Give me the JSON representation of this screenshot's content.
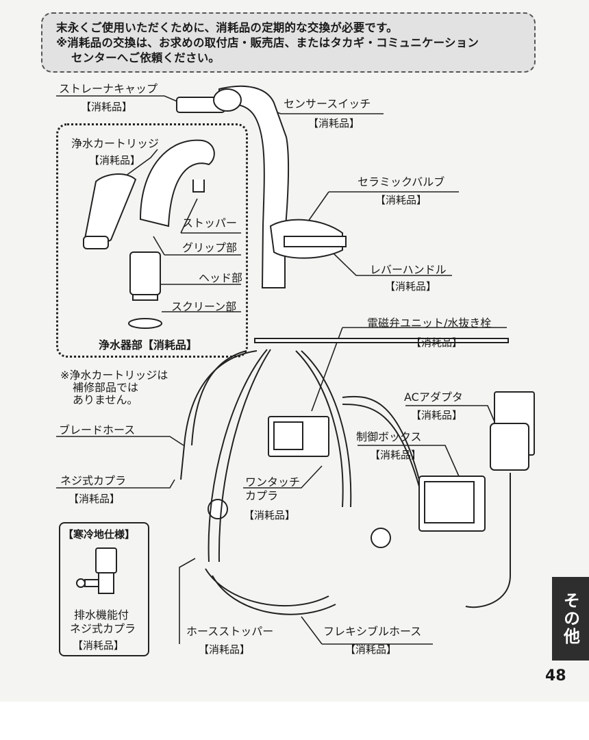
{
  "notice": {
    "line1": "末永くご使用いただくために、消耗品の定期的な交換が必要です。",
    "line2": "※消耗品の交換は、お求めの取付店・販売店、またはタカギ・コミュニケーション",
    "line3": "センターへご依頼ください。"
  },
  "consumable_tag": "【消耗品】",
  "labels": {
    "strainer_cap": "ストレーナキャップ",
    "sensor_switch": "センサースイッチ",
    "cartridge": "浄水カートリッジ",
    "stopper": "ストッパー",
    "grip": "グリップ部",
    "head": "ヘッド部",
    "screen": "スクリーン部",
    "purifier": "浄水器部【消耗品】",
    "ceramic_valve": "セラミックバルブ",
    "lever_handle": "レバーハンドル",
    "solenoid": "電磁弁ユニット/水抜き栓",
    "cartridge_note_1": "※浄水カートリッジは",
    "cartridge_note_2": "補修部品では",
    "cartridge_note_3": "ありません。",
    "braided_hose": "ブレードホース",
    "ac_adapter": "ACアダプタ",
    "control_box": "制御ボックス",
    "screw_coupler": "ネジ式カプラ",
    "onetouch_1": "ワンタッチ",
    "onetouch_2": "カプラ",
    "cold_spec": "【寒冷地仕様】",
    "drain_1": "排水機能付",
    "drain_2": "ネジ式カプラ",
    "hose_stopper": "ホースストッパー",
    "flexible_hose": "フレキシブルホース"
  },
  "side_tab": "その他",
  "page_number": "48"
}
